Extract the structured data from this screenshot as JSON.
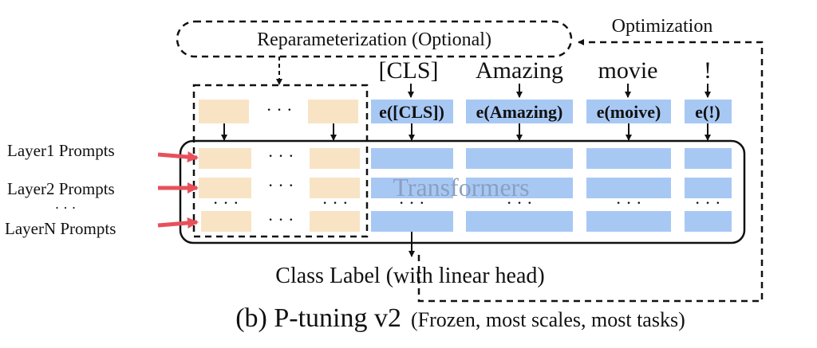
{
  "optimization_label": "Optimization",
  "reparameterization_label": "Reparameterization (Optional)",
  "tokens": [
    "[CLS]",
    "Amazing",
    "movie",
    "!"
  ],
  "embeddings": [
    "e([CLS])",
    "e(Amazing)",
    "e(moive)",
    "e(!)"
  ],
  "ellipsis": "· · ·",
  "layer_labels": [
    "Layer1 Prompts",
    "Layer2 Prompts",
    "LayerN Prompts"
  ],
  "layer_ellipsis": "· · ·",
  "transformers_label": "Transformers",
  "class_label": "Class Label (with linear head)",
  "caption_main": "(b) P-tuning v2",
  "caption_detail": "(Frozen, most scales, most tasks)",
  "colors": {
    "prompt_block": "#f8e4c4",
    "token_block": "#a8c8f4",
    "arrow_red": "#e8505b",
    "transformers_text": "#8aa0c0",
    "line": "#111111"
  }
}
